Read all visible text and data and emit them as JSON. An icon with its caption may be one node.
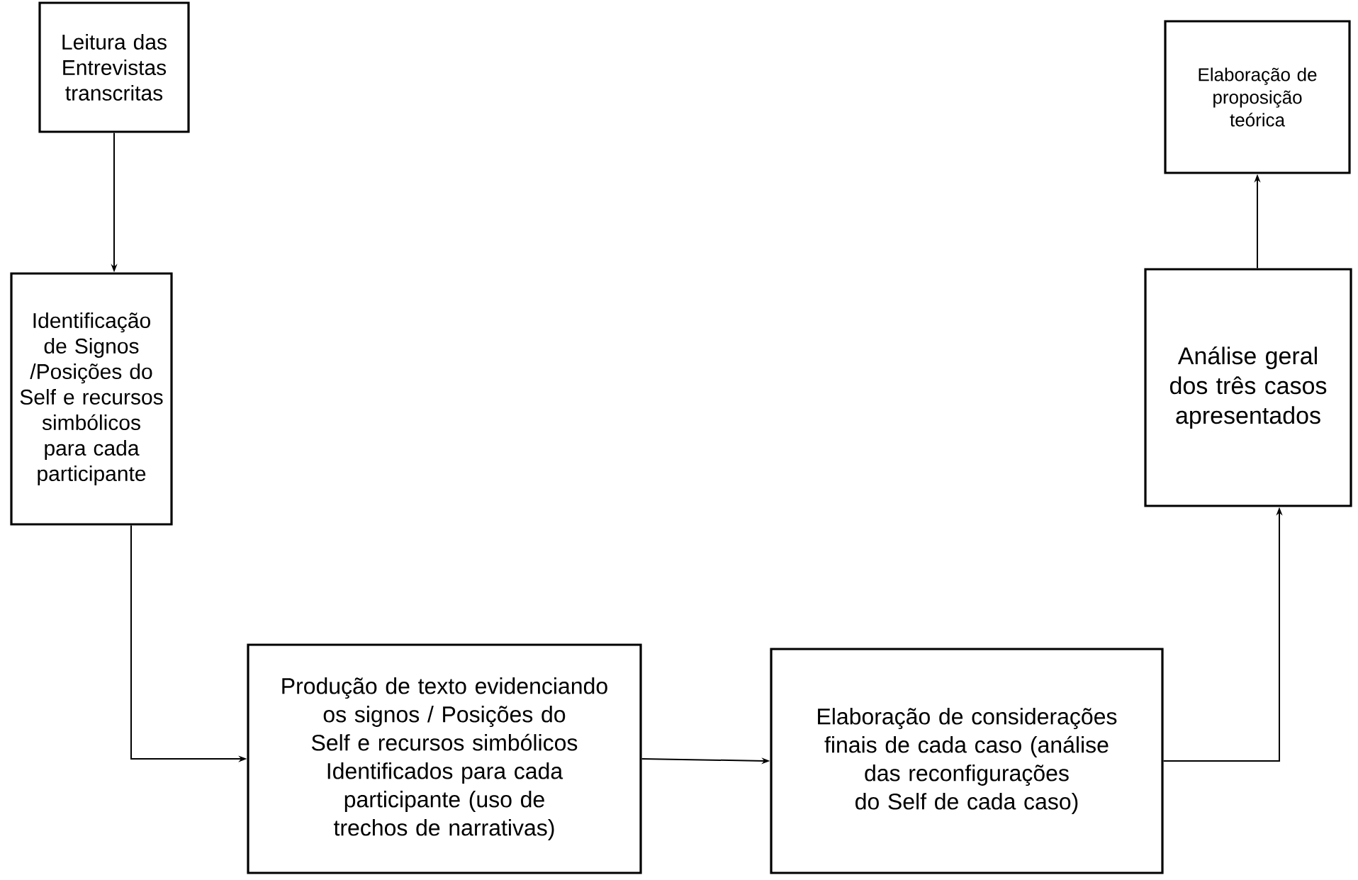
{
  "diagram": {
    "nodes": [
      {
        "text": [
          "Leitura das Entrevistas transcritas"
        ]
      },
      {
        "text": [
          "Identificação de Signos /Posições do Self e recursos simbólicos para cada participante"
        ]
      },
      {
        "text": [
          "Produção de texto evidenciando os signos / Posições do Self e recursos simbólicos Identificados para cada participante (uso de trechos de narrativas)"
        ]
      },
      {
        "text": [
          "Elaboração de considerações finais de cada caso (análise das reconfigurações do Self de cada caso)"
        ]
      },
      {
        "text": [
          "Análise geral dos três casos apresentados"
        ]
      },
      {
        "text": [
          "Elaboração de proposição teórica"
        ]
      }
    ],
    "edges": [
      {
        "from": 0,
        "to": 1,
        "arrow": "to"
      },
      {
        "from": 1,
        "to": 2,
        "arrow": "to"
      },
      {
        "from": 2,
        "to": 3,
        "arrow": "to"
      },
      {
        "from": 3,
        "to": 4,
        "arrow": "to"
      },
      {
        "from": 4,
        "to": 5,
        "arrow": "to"
      }
    ]
  }
}
